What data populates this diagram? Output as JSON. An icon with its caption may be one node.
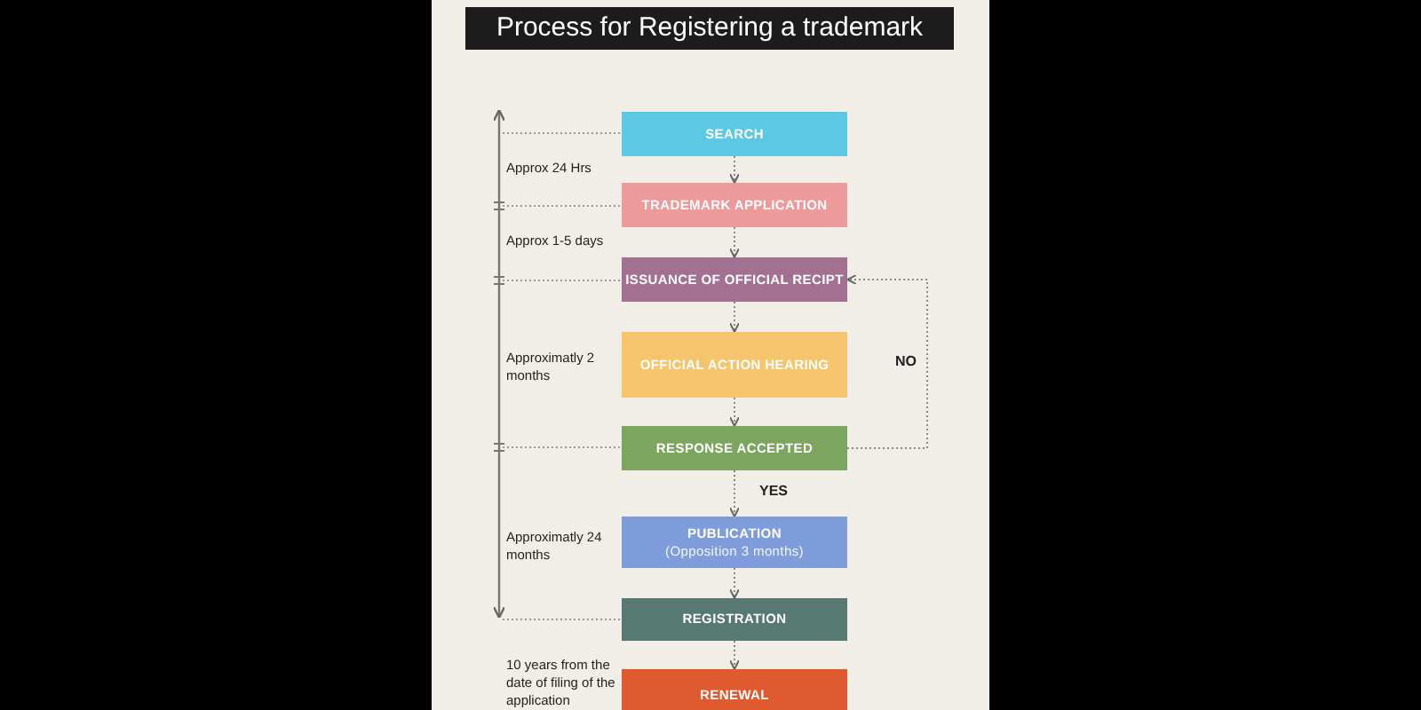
{
  "diagram": {
    "title": "Process for Registering a trademark",
    "nodes": [
      {
        "text": [
          "SEARCH"
        ]
      },
      {
        "text": [
          "TRADEMARK APPLICATION"
        ]
      },
      {
        "text": [
          "ISSUANCE OF OFFICIAL RECIPT"
        ]
      },
      {
        "text": [
          "OFFICIAL ACTION HEARING"
        ]
      },
      {
        "text": [
          "RESPONSE ACCEPTED"
        ]
      },
      {
        "text": [
          "PUBLICATION",
          "(Opposition 3 months)"
        ]
      },
      {
        "text": [
          "REGISTRATION"
        ]
      },
      {
        "text": [
          "RENEWAL"
        ]
      }
    ],
    "edges": [
      {
        "from": 0,
        "to": 1,
        "arrow": "to"
      },
      {
        "from": 1,
        "to": 2,
        "arrow": "to"
      },
      {
        "from": 2,
        "to": 3,
        "arrow": "to"
      },
      {
        "from": 3,
        "to": 4,
        "arrow": "to"
      },
      {
        "from": 4,
        "to": 5,
        "arrow": "to",
        "label": "YES"
      },
      {
        "from": 5,
        "to": 6,
        "arrow": "to"
      },
      {
        "from": 6,
        "to": 7,
        "arrow": "to"
      },
      {
        "from": 4,
        "to": 2,
        "arrow": "to",
        "label": "NO"
      }
    ],
    "labels": [
      "Approx 24 Hrs",
      "Approx 1-5 days",
      "Approximatly 2 months",
      "Approximatly 24 months",
      "10 years from the date of filing of the application"
    ]
  }
}
